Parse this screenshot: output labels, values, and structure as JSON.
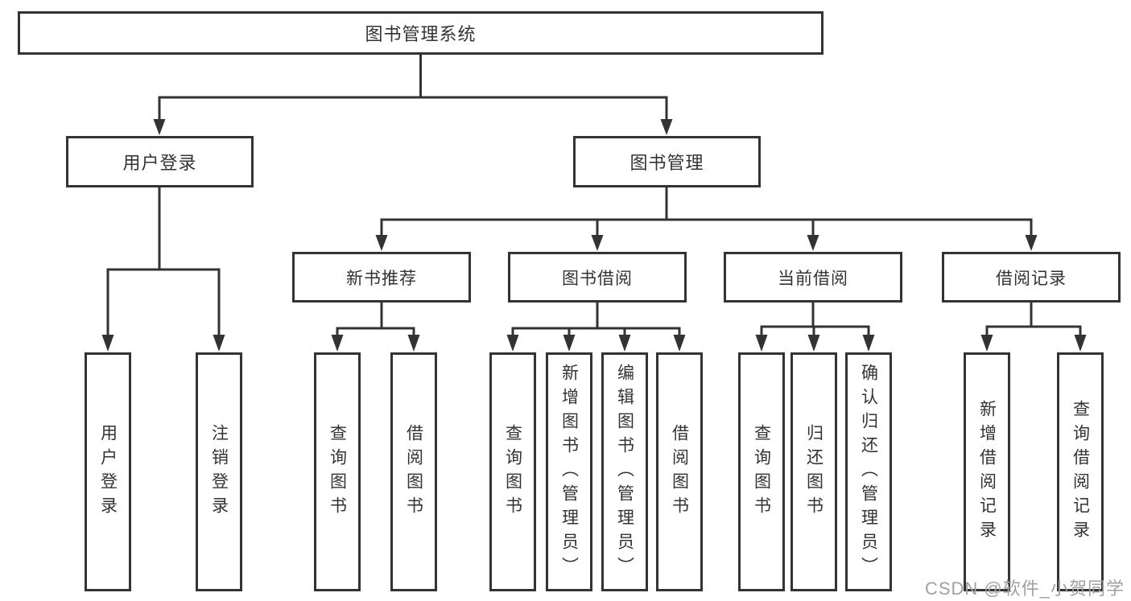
{
  "diagram": {
    "root": {
      "label": "图书管理系统"
    },
    "level2": [
      {
        "label": "用户登录"
      },
      {
        "label": "图书管理"
      }
    ],
    "level3": [
      {
        "label": "新书推荐"
      },
      {
        "label": "图书借阅"
      },
      {
        "label": "当前借阅"
      },
      {
        "label": "借阅记录"
      }
    ],
    "leaves": {
      "user_login": [
        {
          "label": "用户登录"
        },
        {
          "label": "注销登录"
        }
      ],
      "new_book": [
        {
          "label": "查询图书"
        },
        {
          "label": "借阅图书"
        }
      ],
      "book_borrow": [
        {
          "label": "查询图书"
        },
        {
          "label": "新增图书（管理员）"
        },
        {
          "label": "编辑图书（管理员）"
        },
        {
          "label": "借阅图书"
        }
      ],
      "current_borrow": [
        {
          "label": "查询图书"
        },
        {
          "label": "归还图书"
        },
        {
          "label": "确认归还（管理员）"
        }
      ],
      "borrow_record": [
        {
          "label": "新增借阅记录"
        },
        {
          "label": "查询借阅记录"
        }
      ]
    }
  },
  "watermark": {
    "text": "CSDN @软件_小贺同学"
  },
  "colors": {
    "line": "#333333",
    "text": "#333333",
    "watermark": "#a0a0a0",
    "background": "#ffffff"
  }
}
